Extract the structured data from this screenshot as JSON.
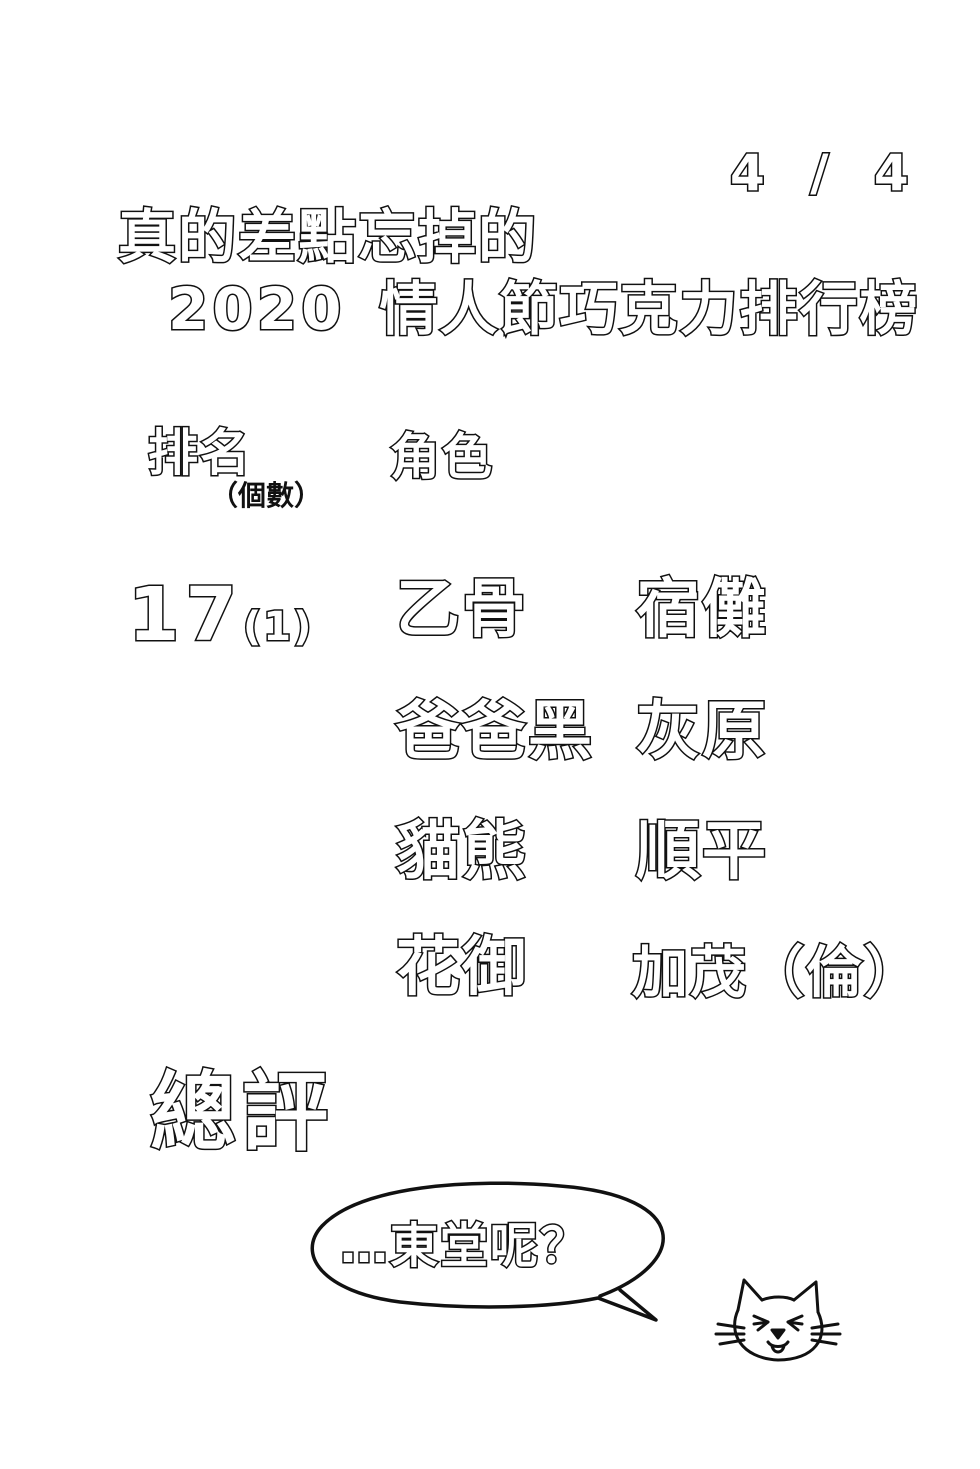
{
  "page_number": "4 / 4",
  "title": {
    "line1": "真的差點忘掉的",
    "year": "2020",
    "line2": "情人節巧克力排行榜"
  },
  "table": {
    "col_rank": "排名",
    "col_rank_sub": "（個數）",
    "col_role": "角色",
    "rank": "17",
    "rank_count": "(1)",
    "characters": [
      "乙骨",
      "宿儺",
      "爸爸黑",
      "灰原",
      "貓熊",
      "順平",
      "花御",
      "加茂（倫）"
    ]
  },
  "summary": {
    "title": "總評",
    "bubble_text": "…東堂呢？"
  },
  "icons": {
    "cat": "cat-face-icon",
    "bubble": "speech-bubble-icon"
  }
}
